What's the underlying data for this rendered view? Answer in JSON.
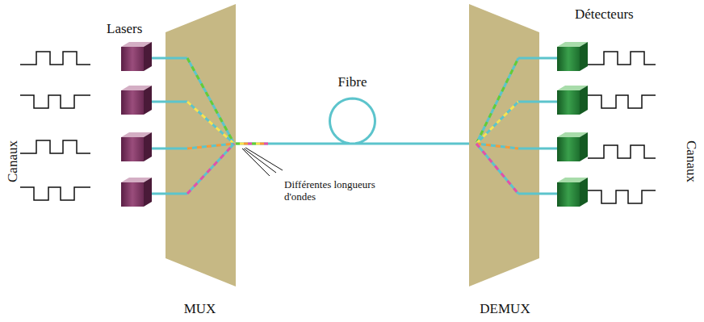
{
  "diagram": {
    "nodes": [
      {
        "text": [
          "MUX"
        ]
      },
      {
        "text": [
          "DEMUX"
        ]
      }
    ],
    "edges": [
      {
        "from": 0,
        "to": 1,
        "arrow": "none",
        "label": "Fibre"
      }
    ],
    "labels": [
      "Lasers",
      "Canaux",
      "Différentes longueurs d'ondes",
      "Détecteurs",
      "Canaux"
    ]
  }
}
